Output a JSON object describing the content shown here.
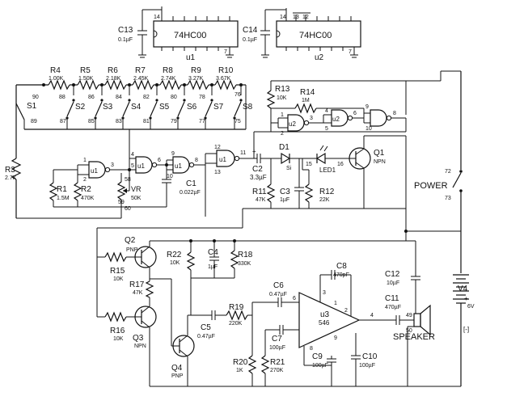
{
  "ics": {
    "c13": {
      "name": "C13",
      "value": "0.1µF"
    },
    "c14": {
      "name": "C14",
      "value": "0.1µF"
    },
    "u1": {
      "part": "74HC00",
      "name": "u1",
      "pins_top": [
        "14"
      ],
      "pin_bottom": "7"
    },
    "u2": {
      "part": "74HC00",
      "name": "u2",
      "pins_top": [
        "14",
        "13",
        "12"
      ],
      "pin_bottom": "7"
    }
  },
  "resistor_ladder": [
    {
      "name": "R4",
      "value": "1.00K"
    },
    {
      "name": "R5",
      "value": "1.50K"
    },
    {
      "name": "R6",
      "value": "2.18K"
    },
    {
      "name": "R7",
      "value": "2.45K"
    },
    {
      "name": "R8",
      "value": "2.74K"
    },
    {
      "name": "R9",
      "value": "3.27K"
    },
    {
      "name": "R10",
      "value": "3.67K"
    }
  ],
  "switches": [
    {
      "name": "S1",
      "pin_a": "90",
      "pin_b": "89"
    },
    {
      "name": "S2",
      "pin_a": "88",
      "pin_b": "87"
    },
    {
      "name": "S3",
      "pin_a": "86",
      "pin_b": "85"
    },
    {
      "name": "S4",
      "pin_a": "84",
      "pin_b": "83"
    },
    {
      "name": "S5",
      "pin_a": "82",
      "pin_b": "81"
    },
    {
      "name": "S6",
      "pin_a": "80",
      "pin_b": "79"
    },
    {
      "name": "S7",
      "pin_a": "78",
      "pin_b": "77"
    },
    {
      "name": "S8",
      "pin_a": "76",
      "pin_b": "75"
    }
  ],
  "parts": {
    "r13": {
      "name": "R13",
      "value": "10K"
    },
    "r14": {
      "name": "R14",
      "value": "1M"
    },
    "r3": {
      "name": "R3",
      "value": "2.7K"
    },
    "r1": {
      "name": "R1",
      "value": "1.5M"
    },
    "r2": {
      "name": "R2",
      "value": "470K"
    },
    "vr": {
      "name": "VR",
      "value": "50K"
    },
    "c1": {
      "name": "C1",
      "value": "0.022µF"
    },
    "c2": {
      "name": "C2",
      "value": "3.3µF"
    },
    "d1": {
      "name": "D1",
      "value": "Si"
    },
    "led1": {
      "name": "LED1"
    },
    "q1": {
      "name": "Q1",
      "type": "NPN"
    },
    "r11": {
      "name": "R11",
      "value": "47K"
    },
    "c3": {
      "name": "C3",
      "value": "1µF"
    },
    "r12": {
      "name": "R12",
      "value": "22K"
    },
    "power": {
      "name": "POWER"
    },
    "v4": {
      "name": "V4",
      "value": "6V"
    },
    "q2": {
      "name": "Q2",
      "type": "PNP"
    },
    "q3": {
      "name": "Q3",
      "type": "NPN"
    },
    "q4": {
      "name": "Q4",
      "type": "PNP"
    },
    "r15": {
      "name": "R15",
      "value": "10K"
    },
    "r16": {
      "name": "R16",
      "value": "10K"
    },
    "r17": {
      "name": "R17",
      "value": "47K"
    },
    "r22": {
      "name": "R22",
      "value": "10K"
    },
    "c4": {
      "name": "C4",
      "value": "1µF"
    },
    "r18": {
      "name": "R18",
      "value": "330K"
    },
    "c5": {
      "name": "C5",
      "value": "0.47µF"
    },
    "r19": {
      "name": "R19",
      "value": "220K"
    },
    "c6": {
      "name": "C6",
      "value": "0.47µF"
    },
    "c7": {
      "name": "C7",
      "value": "100µF"
    },
    "r20": {
      "name": "R20",
      "value": "1K"
    },
    "r21": {
      "name": "R21",
      "value": "270K"
    },
    "u3": {
      "name": "u3",
      "part": "546"
    },
    "c8": {
      "name": "C8",
      "value": "470pF"
    },
    "c9": {
      "name": "C9",
      "value": "100µF"
    },
    "c10": {
      "name": "C10",
      "value": "100µF"
    },
    "c11": {
      "name": "C11",
      "value": "470µF"
    },
    "c12": {
      "name": "C12",
      "value": "10µF"
    },
    "speaker": {
      "name": "SPEAKER"
    }
  },
  "gate_labels": {
    "u1": "u1",
    "u2": "u2"
  },
  "pin_labels": {
    "p1": "1",
    "p2": "2",
    "p3": "3",
    "p4": "4",
    "p5": "5",
    "p6": "6",
    "p8": "8",
    "p9": "9",
    "p10": "10",
    "p11": "11",
    "p12": "12",
    "p13": "13",
    "p15": "15",
    "p16": "16",
    "p49": "49",
    "p50": "50",
    "p58": "58",
    "p59": "59",
    "p60": "60",
    "p72": "72",
    "p73": "73",
    "plus": "+",
    "minus": "[-]"
  }
}
